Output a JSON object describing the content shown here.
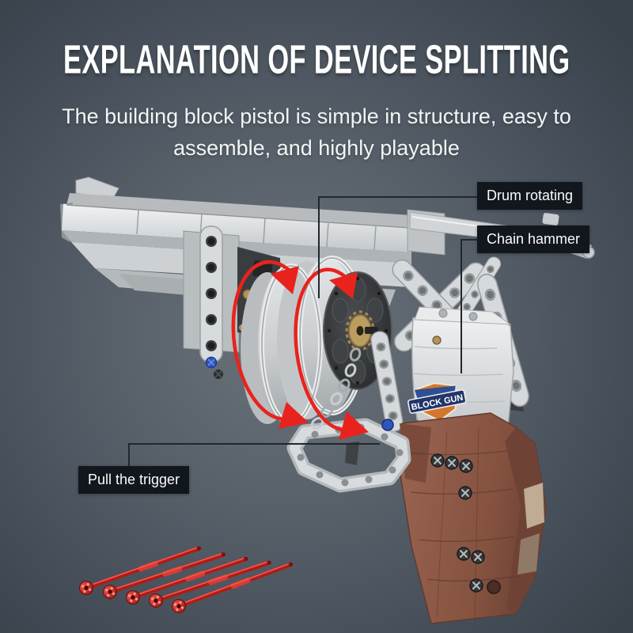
{
  "header": {
    "title": "EXPLANATION OF DEVICE SPLITTING",
    "subtitle_lines": [
      "The building block pistol is simple in structure, easy to",
      "assemble, and highly playable"
    ]
  },
  "callouts": {
    "drum": {
      "label": "Drum rotating"
    },
    "hammer": {
      "label": "Chain hammer"
    },
    "trigger": {
      "label": "Pull the trigger"
    }
  },
  "product": {
    "logo_text": "BLOCK GUN",
    "dart_count": 5
  },
  "colors": {
    "background_center": "#6b727a",
    "background_edge": "#39424b",
    "callout_background": "#12161d",
    "callout_text": "#fafbfc",
    "rotation_arrow_red": "#e8231d",
    "dart_red": "#c6241e",
    "grip_brown": "#8d5a49",
    "brick_light_gray": "#d5d8da",
    "title_text": "#ffffff"
  }
}
